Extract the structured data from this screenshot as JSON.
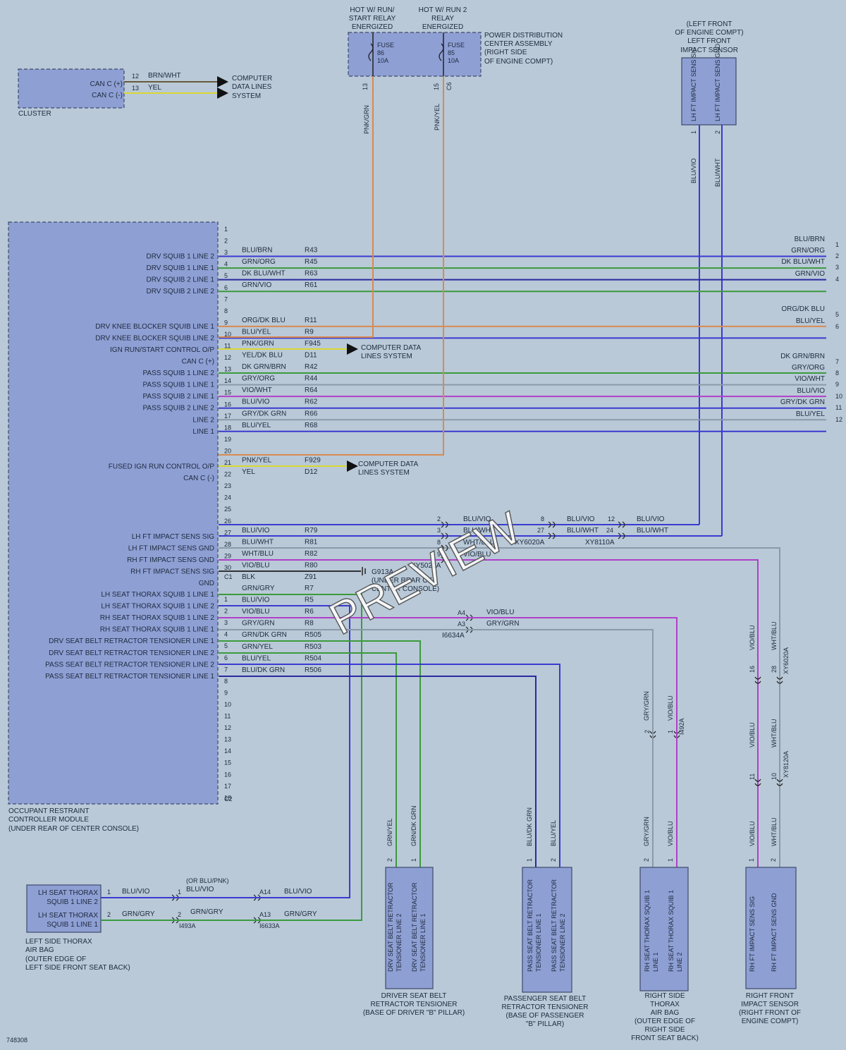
{
  "colors": {
    "background": "#b9c9d8",
    "module": "#8e9fd4",
    "blu": "#3a3ad0",
    "grn": "#3c9a3c",
    "yel": "#d8d830",
    "orn": "#d88a50",
    "vio": "#b040c8",
    "gry": "#8a9aa8",
    "blk": "#333333",
    "dkblu": "#2a2aa0"
  },
  "doc_id": "748308",
  "watermark": "PREVIEW",
  "top": {
    "hot_run_start": [
      "HOT W/ RUN/",
      "START RELAY",
      "ENERGIZED"
    ],
    "hot_run2": [
      "HOT W/ RUN 2",
      "RELAY",
      "ENERGIZED"
    ],
    "pdc": [
      "POWER DISTRIBUTION",
      "CENTER ASSEMBLY",
      "(RIGHT SIDE",
      "OF ENGINE COMPT)"
    ],
    "fuse86": [
      "FUSE",
      "86",
      "10A"
    ],
    "fuse85": [
      "FUSE",
      "85",
      "10A"
    ],
    "pin13": "13",
    "pin15": "15",
    "c6": "C6",
    "wire_pnkgrn": "PNK/GRN",
    "wire_pnkyel": "PNK/YEL"
  },
  "cluster": {
    "name": "CLUSTER",
    "pins": [
      "CAN C (+)",
      "CAN C (-)"
    ],
    "pin_nums": [
      "12",
      "13"
    ],
    "wires": [
      "BRN/WHT",
      "YEL"
    ],
    "dest": [
      "COMPUTER",
      "DATA LINES",
      "SYSTEM"
    ]
  },
  "sensor_lf": {
    "header": [
      "(LEFT FRONT",
      "OF ENGINE COMPT)",
      "LEFT FRONT",
      "IMPACT SENSOR"
    ],
    "pins": [
      "LH FT IMPACT SENS SIG",
      "LH FT IMPACT SENS GND"
    ],
    "pin_nums": [
      "1",
      "2"
    ],
    "wires": [
      "BLU/VIO",
      "BLU/WHT"
    ]
  },
  "orc": {
    "name": [
      "OCCUPANT RESTRAINT",
      "CONTROLLER MODULE",
      "(UNDER REAR OF CENTER CONSOLE)"
    ],
    "c1_rows": [
      {
        "pin": "1",
        "func": "",
        "wire": "",
        "circ": ""
      },
      {
        "pin": "2",
        "func": "DRV SQUIB 1 LINE 2",
        "wire": "BLU/BRN",
        "circ": "R43"
      },
      {
        "pin": "3",
        "func": "DRV SQUIB 1 LINE 1",
        "wire": "GRN/ORG",
        "circ": "R45"
      },
      {
        "pin": "4",
        "func": "DRV SQUIB 2 LINE 1",
        "wire": "DK BLU/WHT",
        "circ": "R63"
      },
      {
        "pin": "5",
        "func": "DRV SQUIB 2 LINE 2",
        "wire": "GRN/VIO",
        "circ": "R61"
      },
      {
        "pin": "6",
        "func": "",
        "wire": "",
        "circ": ""
      },
      {
        "pin": "7",
        "func": "",
        "wire": "",
        "circ": ""
      },
      {
        "pin": "8",
        "func": "DRV KNEE BLOCKER SQUIB LINE 1",
        "wire": "ORG/DK BLU",
        "circ": "R11"
      },
      {
        "pin": "9",
        "func": "DRV KNEE BLOCKER SQUIB LINE 2",
        "wire": "BLU/YEL",
        "circ": "R9"
      },
      {
        "pin": "10",
        "func": "IGN RUN/START CONTROL O/P",
        "wire": "PNK/GRN",
        "circ": "F945"
      },
      {
        "pin": "11",
        "func": "CAN C (+)",
        "wire": "YEL/DK BLU",
        "circ": "D11"
      },
      {
        "pin": "12",
        "func": "PASS SQUIB 1 LINE 2",
        "wire": "DK GRN/BRN",
        "circ": "R42"
      },
      {
        "pin": "13",
        "func": "PASS SQUIB 1 LINE 1",
        "wire": "GRY/ORG",
        "circ": "R44"
      },
      {
        "pin": "14",
        "func": "PASS SQUIB 2 LINE 1",
        "wire": "VIO/WHT",
        "circ": "R64"
      },
      {
        "pin": "15",
        "func": "PASS SQUIB 2 LINE 2",
        "wire": "BLU/VIO",
        "circ": "R62"
      },
      {
        "pin": "16",
        "func": "LINE 2",
        "wire": "GRY/DK GRN",
        "circ": "R66"
      },
      {
        "pin": "17",
        "func": "LINE 1",
        "wire": "BLU/YEL",
        "circ": "R68"
      },
      {
        "pin": "18",
        "func": "",
        "wire": "",
        "circ": ""
      },
      {
        "pin": "19",
        "func": "",
        "wire": "",
        "circ": ""
      },
      {
        "pin": "20",
        "func": "FUSED IGN RUN CONTROL O/P",
        "wire": "PNK/YEL",
        "circ": "F929"
      },
      {
        "pin": "21",
        "func": "CAN C (-)",
        "wire": "YEL",
        "circ": "D12"
      },
      {
        "pin": "22",
        "func": "",
        "wire": "",
        "circ": ""
      },
      {
        "pin": "23",
        "func": "",
        "wire": "",
        "circ": ""
      },
      {
        "pin": "24",
        "func": "",
        "wire": "",
        "circ": ""
      },
      {
        "pin": "25",
        "func": "",
        "wire": "",
        "circ": ""
      },
      {
        "pin": "26",
        "func": "LH FT IMPACT SENS SIG",
        "wire": "BLU/VIO",
        "circ": "R79"
      },
      {
        "pin": "27",
        "func": "LH FT IMPACT SENS GND",
        "wire": "BLU/WHT",
        "circ": "R81"
      },
      {
        "pin": "28",
        "func": "RH FT IMPACT SENS GND",
        "wire": "WHT/BLU",
        "circ": "R82"
      },
      {
        "pin": "29",
        "func": "RH FT IMPACT SENS SIG",
        "wire": "VIO/BLU",
        "circ": "R80"
      },
      {
        "pin": "30",
        "func": "GND",
        "wire": "BLK",
        "circ": "Z91"
      }
    ],
    "c1_label": "C1",
    "c2_rows": [
      {
        "pin": "1",
        "func": "LH SEAT THORAX SQUIB 1 LINE 1",
        "wire": "GRN/GRY",
        "circ": "R7"
      },
      {
        "pin": "2",
        "func": "LH SEAT THORAX SQUIB 1 LINE 2",
        "wire": "BLU/VIO",
        "circ": "R5"
      },
      {
        "pin": "3",
        "func": "RH SEAT THORAX SQUIB 1 LINE 2",
        "wire": "VIO/BLU",
        "circ": "R6"
      },
      {
        "pin": "4",
        "func": "RH SEAT THORAX SQUIB 1 LINE 1",
        "wire": "GRY/GRN",
        "circ": "R8"
      },
      {
        "pin": "5",
        "func": "DRV SEAT BELT RETRACTOR TENSIONER LINE 1",
        "wire": "GRN/DK GRN",
        "circ": "R505"
      },
      {
        "pin": "6",
        "func": "DRV SEAT BELT RETRACTOR TENSIONER LINE 2",
        "wire": "GRN/YEL",
        "circ": "R503"
      },
      {
        "pin": "7",
        "func": "PASS SEAT BELT RETRACTOR TENSIONER LINE 2",
        "wire": "BLU/YEL",
        "circ": "R504"
      },
      {
        "pin": "8",
        "func": "PASS SEAT BELT RETRACTOR TENSIONER LINE 1",
        "wire": "BLU/DK GRN",
        "circ": "R506"
      },
      {
        "pin": "9",
        "func": "",
        "wire": "",
        "circ": ""
      },
      {
        "pin": "10",
        "func": "",
        "wire": "",
        "circ": ""
      },
      {
        "pin": "11",
        "func": "",
        "wire": "",
        "circ": ""
      },
      {
        "pin": "12",
        "func": "",
        "wire": "",
        "circ": ""
      },
      {
        "pin": "13",
        "func": "",
        "wire": "",
        "circ": ""
      },
      {
        "pin": "14",
        "func": "",
        "wire": "",
        "circ": ""
      },
      {
        "pin": "15",
        "func": "",
        "wire": "",
        "circ": ""
      },
      {
        "pin": "16",
        "func": "",
        "wire": "",
        "circ": ""
      },
      {
        "pin": "17",
        "func": "",
        "wire": "",
        "circ": ""
      },
      {
        "pin": "18",
        "func": "",
        "wire": "",
        "circ": ""
      }
    ],
    "c2_label": "C2"
  },
  "right_edge": {
    "wires": [
      "BLU/BRN",
      "GRN/ORG",
      "DK BLU/WHT",
      "GRN/VIO",
      "ORG/DK BLU",
      "BLU/YEL",
      "DK GRN/BRN",
      "GRY/ORG",
      "VIO/WHT",
      "BLU/VIO",
      "GRY/DK GRN",
      "BLU/YEL"
    ],
    "nums": [
      "1",
      "2",
      "3",
      "4",
      "5",
      "6",
      "7",
      "8",
      "9",
      "10",
      "11",
      "12"
    ]
  },
  "data_lines": [
    "COMPUTER DATA",
    "LINES SYSTEM"
  ],
  "inline": {
    "c_pins": [
      "2",
      "3",
      "8",
      "9"
    ],
    "c_wires": [
      "BLU/VIO",
      "BLU/WHT",
      "WHT/BLU",
      "VIO/BLU"
    ],
    "xy5020a": "XY5020A",
    "xy6020a_pins": [
      "8",
      "27"
    ],
    "xy6020a_wires": [
      "BLU/VIO",
      "BLU/WHT"
    ],
    "xy6020a": "XY6020A",
    "xy8110a_pins": [
      "12",
      "24"
    ],
    "xy8110a_wires": [
      "BLU/VIO",
      "BLU/WHT"
    ],
    "xy8110a": "XY8110A",
    "ground": [
      "G913A",
      "(UNDER REAR OF",
      "CENTER CONSOLE)"
    ],
    "i6634a_pins": [
      "A4",
      "A3"
    ],
    "i6634a_wires": [
      "VIO/BLU",
      "GRY/GRN"
    ],
    "i6634a": "I6634A",
    "xy6020a_v": {
      "pins": [
        "16",
        "28"
      ],
      "label": "XY6020A",
      "wires": [
        "VIO/BLU",
        "WHT/BLU"
      ]
    },
    "xy8120a_v": {
      "pins": [
        "11",
        "10"
      ],
      "label": "XY8120A",
      "wires": [
        "VIO/BLU",
        "WHT/BLU"
      ]
    },
    "i492a": {
      "pins": [
        "2",
        "1"
      ],
      "label": "I492A",
      "wires": [
        "GRY/GRN",
        "VIO/BLU"
      ]
    }
  },
  "thorax_lh": {
    "pins": [
      "LH SEAT THORAX",
      "SQUIB 1 LINE 2",
      "LH SEAT THORAX",
      "SQUIB 1 LINE 1"
    ],
    "pin_nums": [
      "1",
      "2"
    ],
    "wires": [
      "BLU/VIO",
      "GRN/GRY"
    ],
    "name": [
      "LEFT SIDE THORAX",
      "AIR BAG",
      "(OUTER EDGE OF",
      "LEFT SIDE FRONT SEAT BACK)"
    ],
    "i493a": {
      "pins": [
        "1",
        "2"
      ],
      "wires": [
        "BLU/VIO",
        "GRN/GRY"
      ],
      "alt": "(OR BLU/PNK)",
      "label": "I493A"
    },
    "i6633a": {
      "pins": [
        "A14",
        "A13"
      ],
      "wires": [
        "BLU/VIO",
        "GRN/GRY"
      ],
      "label": "I6633A"
    }
  },
  "drv_tensioner": {
    "pins": [
      "DRV SEAT BELT RETRACTOR",
      "TENSIONER LINE 2",
      "DRV SEAT BELT RETRACTOR",
      "TENSIONER LINE 1"
    ],
    "pin_nums": [
      "2",
      "1"
    ],
    "wires": [
      "GRN/YEL",
      "GRN/DK GRN"
    ],
    "name": [
      "DRIVER SEAT BELT",
      "RETRACTOR TENSIONER",
      "(BASE OF DRIVER \"B\" PILLAR)"
    ]
  },
  "pass_tensioner": {
    "pins": [
      "PASS SEAT BELT RETRACTOR",
      "TENSIONER LINE 1",
      "PASS SEAT BELT RETRACTOR",
      "TENSIONER LINE 2"
    ],
    "pin_nums": [
      "1",
      "2"
    ],
    "wires": [
      "BLU/DK GRN",
      "BLU/YEL"
    ],
    "name": [
      "PASSENGER SEAT BELT",
      "RETRACTOR TENSIONER",
      "(BASE OF PASSENGER",
      "\"B\" PILLAR)"
    ]
  },
  "thorax_rh": {
    "pins": [
      "RH SEAT THORAX SQUIB 1",
      "LINE 1",
      "RH SEAT THORAX SQUIB 1",
      "LINE 2"
    ],
    "pin_nums": [
      "2",
      "1"
    ],
    "wires": [
      "GRY/GRN",
      "VIO/BLU"
    ],
    "name": [
      "RIGHT SIDE",
      "THORAX",
      "AIR BAG",
      "(OUTER EDGE OF",
      "RIGHT SIDE",
      "FRONT SEAT BACK)"
    ]
  },
  "sensor_rf": {
    "pins": [
      "RH FT IMPACT SENS SIG",
      "RH FT IMPACT SENS GND"
    ],
    "pin_nums": [
      "1",
      "2"
    ],
    "wires": [
      "VIO/BLU",
      "WHT/BLU"
    ],
    "name": [
      "RIGHT FRONT",
      "IMPACT SENSOR",
      "(RIGHT FRONT OF",
      "ENGINE COMPT)"
    ]
  }
}
